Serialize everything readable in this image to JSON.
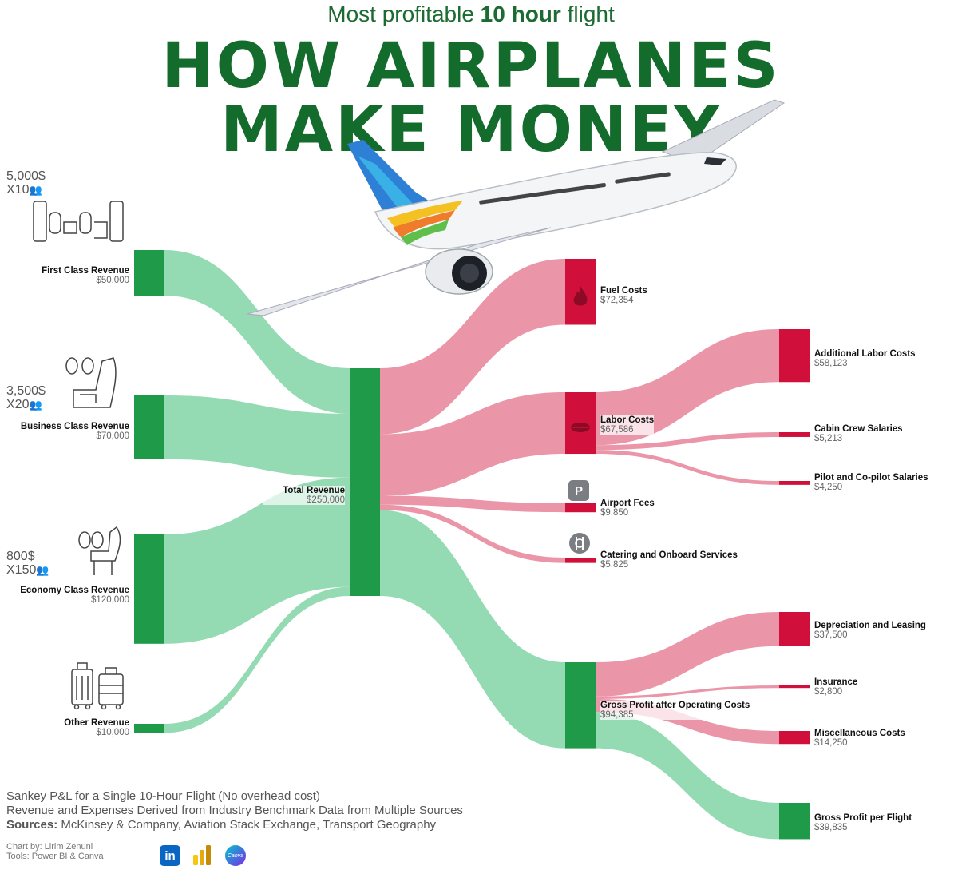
{
  "header": {
    "subtitle_pre": "Most profitable ",
    "subtitle_bold": "10 hour",
    "subtitle_post": " flight",
    "title_line1": "HOW AIRPLANES",
    "title_line2": "MAKE MONEY"
  },
  "seat_info": {
    "first": {
      "price": "5,000$",
      "count": "X10"
    },
    "business": {
      "price": "3,500$",
      "count": "X20"
    },
    "economy": {
      "price": "800$",
      "count": "X150"
    }
  },
  "chart_data": {
    "type": "sankey",
    "title": "HOW AIRPLANES MAKE MONEY",
    "nodes": [
      {
        "id": "first",
        "name": "First Class Revenue",
        "value_label": "$50,000",
        "value": 50000,
        "kind": "revenue"
      },
      {
        "id": "business",
        "name": "Business Class Revenue",
        "value_label": "$70,000",
        "value": 70000,
        "kind": "revenue"
      },
      {
        "id": "economy",
        "name": "Economy Class Revenue",
        "value_label": "$120,000",
        "value": 120000,
        "kind": "revenue"
      },
      {
        "id": "other",
        "name": "Other Revenue",
        "value_label": "$10,000",
        "value": 10000,
        "kind": "revenue"
      },
      {
        "id": "total",
        "name": "Total Revenue",
        "value_label": "$250,000",
        "value": 250000,
        "kind": "revenue"
      },
      {
        "id": "fuel",
        "name": "Fuel Costs",
        "value_label": "$72,354",
        "value": 72354,
        "kind": "cost"
      },
      {
        "id": "labor",
        "name": "Labor Costs",
        "value_label": "$67,586",
        "value": 67586,
        "kind": "cost"
      },
      {
        "id": "airport",
        "name": "Airport Fees",
        "value_label": "$9,850",
        "value": 9850,
        "kind": "cost"
      },
      {
        "id": "catering",
        "name": "Catering and Onboard Services",
        "value_label": "$5,825",
        "value": 5825,
        "kind": "cost"
      },
      {
        "id": "gross_op",
        "name": "Gross Profit after Operating Costs",
        "value_label": "$94,385",
        "value": 94385,
        "kind": "revenue"
      },
      {
        "id": "add_labor",
        "name": "Additional Labor Costs",
        "value_label": "$58,123",
        "value": 58123,
        "kind": "cost"
      },
      {
        "id": "cabin",
        "name": "Cabin Crew Salaries",
        "value_label": "$5,213",
        "value": 5213,
        "kind": "cost"
      },
      {
        "id": "pilot",
        "name": "Pilot and Co-pilot Salaries",
        "value_label": "$4,250",
        "value": 4250,
        "kind": "cost"
      },
      {
        "id": "depr",
        "name": "Depreciation and Leasing",
        "value_label": "$37,500",
        "value": 37500,
        "kind": "cost"
      },
      {
        "id": "insurance",
        "name": "Insurance",
        "value_label": "$2,800",
        "value": 2800,
        "kind": "cost"
      },
      {
        "id": "misc",
        "name": "Miscellaneous Costs",
        "value_label": "$14,250",
        "value": 14250,
        "kind": "cost"
      },
      {
        "id": "gross_flight",
        "name": "Gross Profit per Flight",
        "value_label": "$39,835",
        "value": 39835,
        "kind": "revenue"
      }
    ],
    "links": [
      {
        "source": "first",
        "target": "total",
        "value": 50000
      },
      {
        "source": "business",
        "target": "total",
        "value": 70000
      },
      {
        "source": "economy",
        "target": "total",
        "value": 120000
      },
      {
        "source": "other",
        "target": "total",
        "value": 10000
      },
      {
        "source": "total",
        "target": "fuel",
        "value": 72354
      },
      {
        "source": "total",
        "target": "labor",
        "value": 67586
      },
      {
        "source": "total",
        "target": "airport",
        "value": 9850
      },
      {
        "source": "total",
        "target": "catering",
        "value": 5825
      },
      {
        "source": "total",
        "target": "gross_op",
        "value": 94385
      },
      {
        "source": "labor",
        "target": "add_labor",
        "value": 58123
      },
      {
        "source": "labor",
        "target": "cabin",
        "value": 5213
      },
      {
        "source": "labor",
        "target": "pilot",
        "value": 4250
      },
      {
        "source": "gross_op",
        "target": "depr",
        "value": 37500
      },
      {
        "source": "gross_op",
        "target": "insurance",
        "value": 2800
      },
      {
        "source": "gross_op",
        "target": "misc",
        "value": 14250
      },
      {
        "source": "gross_op",
        "target": "gross_flight",
        "value": 39835
      }
    ],
    "colors": {
      "revenue_node": "#1e9a48",
      "revenue_link": "#8ed8ae",
      "cost_node": "#d0103a",
      "cost_link": "#ea8fa4"
    }
  },
  "footer": {
    "line1": "Sankey P&L for a Single 10-Hour Flight (No overhead cost)",
    "line2": "Revenue and Expenses Derived from Industry Benchmark Data from Multiple Sources",
    "sources_label": "Sources:",
    "sources_text": " McKinsey & Company, Aviation Stack Exchange, Transport Geography",
    "credit_line1": "Chart by: Lirim Zenuni",
    "credit_line2": "Tools: Power BI & Canva",
    "linkedin_glyph": "in",
    "canva_glyph": "Canva"
  },
  "icons": [
    "first-class-seat-icon",
    "business-seat-icon",
    "economy-seat-icon",
    "luggage-icon",
    "people-icon",
    "flame-icon",
    "lips-icon",
    "parking-icon",
    "plate-cutlery-icon",
    "airplane-icon",
    "linkedin-icon",
    "powerbi-icon",
    "canva-icon"
  ]
}
